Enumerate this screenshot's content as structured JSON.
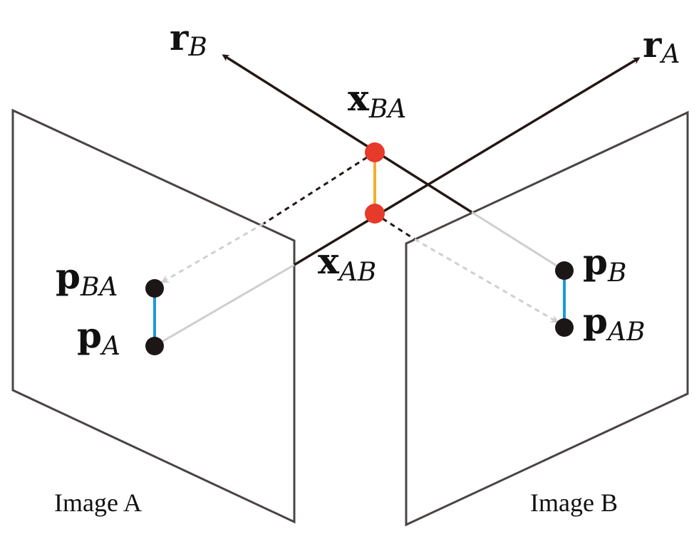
{
  "captions": {
    "image_a": "Image A",
    "image_b": "Image B"
  },
  "labels": {
    "r_b": {
      "main": "r",
      "sub": "B"
    },
    "r_a": {
      "main": "r",
      "sub": "A"
    },
    "x_ba": {
      "main": "x",
      "sub": "BA"
    },
    "x_ab": {
      "main": "x",
      "sub": "AB"
    },
    "p_ba": {
      "main": "p",
      "sub": "BA"
    },
    "p_a": {
      "main": "p",
      "sub": "A"
    },
    "p_b": {
      "main": "p",
      "sub": "B"
    },
    "p_ab": {
      "main": "p",
      "sub": "AB"
    }
  },
  "colors": {
    "frame": "#4a4443",
    "ray": "#231815",
    "projection": "#cfcfcf",
    "point_3d": "#e63a2a",
    "point_2d": "#1c1616",
    "error_3d": "#f2b02a",
    "error_2d": "#1a9ad6"
  }
}
